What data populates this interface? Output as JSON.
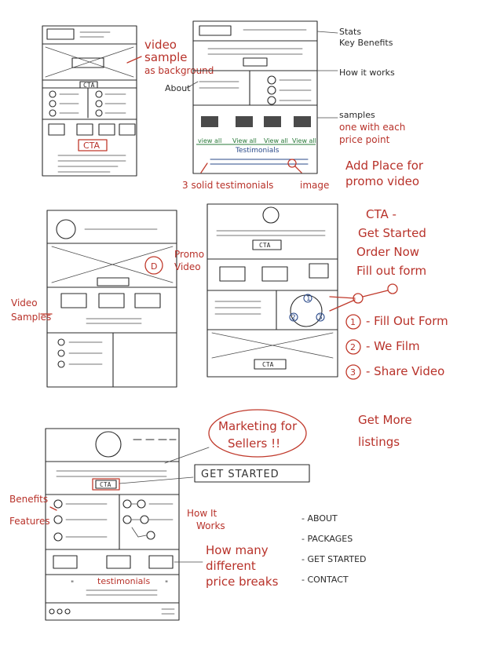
{
  "sketch1": {
    "note_video": [
      "video",
      "sample",
      "as background"
    ],
    "cta": "CTA",
    "mini_cta": "CTA"
  },
  "sketch2": {
    "note_stats": [
      "Stats",
      "Key Benefits"
    ],
    "note_how": "How it works",
    "note_about": "About",
    "note_samples": "samples",
    "note_one_each": [
      "one with each",
      "price point"
    ],
    "viewall": [
      "view all",
      "View all",
      "View all",
      "View all"
    ],
    "testimonials": "Testimonials",
    "note_three_solid": "3 solid testimonials",
    "note_image": "image",
    "note_promo": [
      "Add Place for",
      "promo video"
    ]
  },
  "sketch3": {
    "play_label": "D",
    "note_promo": [
      "Promo",
      "Video"
    ],
    "note_video_samples": [
      "Video",
      "Samples"
    ]
  },
  "sketch4": {
    "cta_top": "CTA",
    "cta_bottom": "CTA",
    "step_nums": [
      "1",
      "2",
      "3"
    ],
    "note_cta": [
      "CTA -",
      "Get Started",
      "Order Now",
      "Fill out form"
    ],
    "steps": [
      {
        "num": "1",
        "label": "- Fill Out Form"
      },
      {
        "num": "2",
        "label": "- We Film"
      },
      {
        "num": "3",
        "label": "- Share Video"
      }
    ]
  },
  "sketch5": {
    "cta": "CTA",
    "testimonials": "testimonials",
    "note_marketing": [
      "Marketing for",
      "Sellers !!"
    ],
    "get_started_box": "GET STARTED",
    "note_benefits": [
      "Benefits",
      "Features"
    ],
    "note_how": [
      "How It",
      "Works"
    ],
    "note_price": [
      "How many",
      "different",
      "price breaks"
    ],
    "note_get_more": [
      "Get More",
      "listings"
    ],
    "nav_list": [
      "- ABOUT",
      "- PACKAGES",
      "- GET STARTED",
      "- CONTACT"
    ]
  },
  "colors": {
    "ink": "#2a2a2a",
    "red_marker": "#b8322a",
    "blue_pen": "#2a4a8a",
    "green_pen": "#2a7a3a",
    "paper": "#ffffff"
  }
}
